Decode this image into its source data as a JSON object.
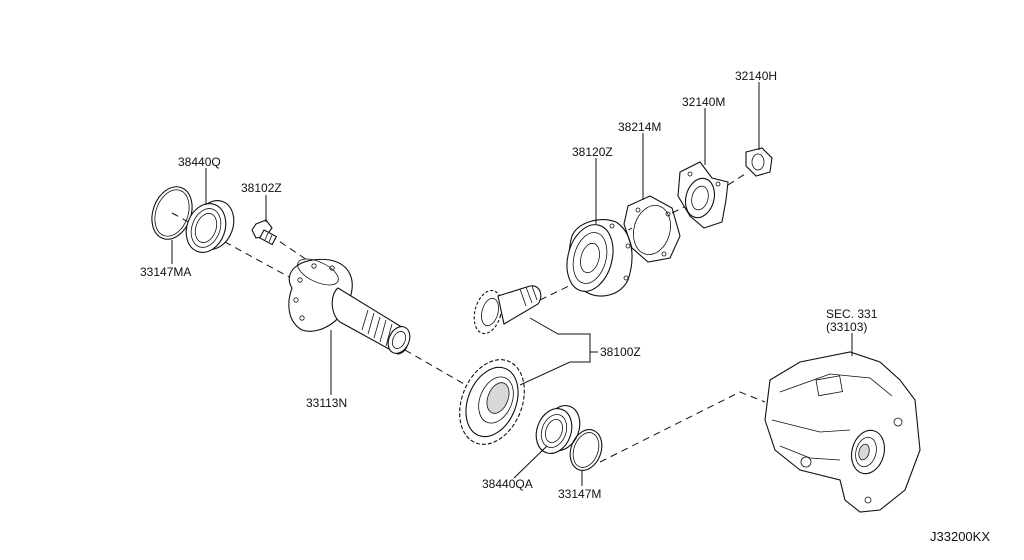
{
  "labels": {
    "p38440Q": "38440Q",
    "p33147MA": "33147MA",
    "p38102Z": "38102Z",
    "p33113N": "33113N",
    "p38120Z": "38120Z",
    "p38214M": "38214M",
    "p32140M": "32140M",
    "p32140H": "32140H",
    "p38100Z": "38100Z",
    "p38440QA": "38440QA",
    "p33147M": "33147M",
    "sec": "SEC. 331",
    "sec_sub": "(33103)",
    "code": "J33200KX"
  }
}
